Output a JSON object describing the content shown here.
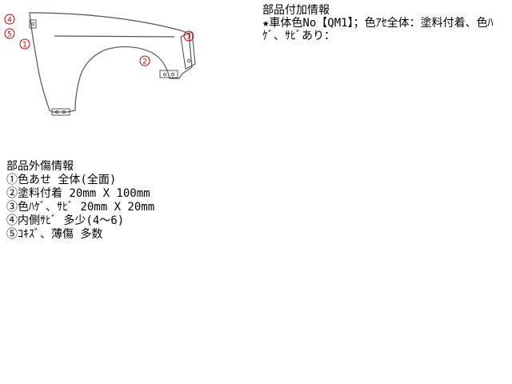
{
  "diagram": {
    "stroke_color": "#555555",
    "marker_color": "#cc0000",
    "markers": [
      {
        "id": "4",
        "label": "④"
      },
      {
        "id": "5a",
        "label": "⑤"
      },
      {
        "id": "1",
        "label": "①"
      },
      {
        "id": "3",
        "label": "③"
      },
      {
        "id": "2",
        "label": "②"
      }
    ]
  },
  "info": {
    "title": "部品付加情報",
    "body": "★車体色No【QM1】；色ｱｾ全体：塗料付着、色ﾊｹﾞ、ｻﾋﾞあり："
  },
  "damage": {
    "title": "部品外傷情報",
    "items": [
      "①色あせ 全体(全面)",
      "②塗料付着 20mm X 100mm",
      "③色ﾊｹﾞ、ｻﾋﾞ 20mm X 20mm",
      "④内側ｻﾋﾞ 多少(4～6)",
      "⑤ｺｷｽﾞ、薄傷 多数"
    ]
  }
}
